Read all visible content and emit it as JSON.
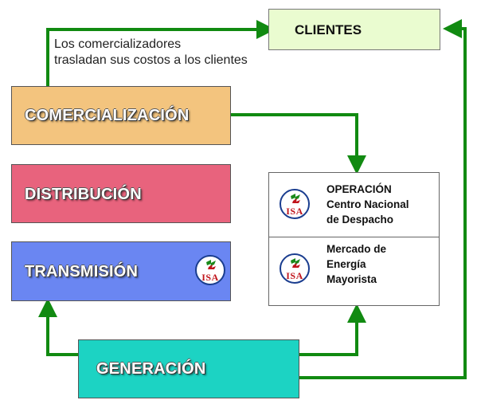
{
  "boxes": {
    "clientes": "CLIENTES",
    "comercializacion": "COMERCIALIZACIÓN",
    "distribucion": "DISTRIBUCIÓN",
    "transmision": "TRANSMISIÓN",
    "generacion": "GENERACIÓN",
    "operacion": {
      "line1": "OPERACIÓN",
      "line2": "Centro Nacional",
      "line3": "de Despacho"
    },
    "mercado": {
      "line1": "Mercado de",
      "line2": "Energía",
      "line3": "Mayorista"
    }
  },
  "note": {
    "line1": "Los comercializadores",
    "line2": "trasladan sus costos a los clientes"
  },
  "logo_text": "ISA",
  "colors": {
    "clientes": "#eafcd0",
    "comercializacion": "#f3c47e",
    "distribucion": "#e8637d",
    "transmision": "#6a86f2",
    "generacion": "#1cd3c3",
    "arrows": "#118a11",
    "logo_red": "#c0141b",
    "logo_green": "#1a8a1a",
    "logo_blue": "#1a3d8f"
  },
  "icons": [
    "isa-logo",
    "arrow-head"
  ]
}
